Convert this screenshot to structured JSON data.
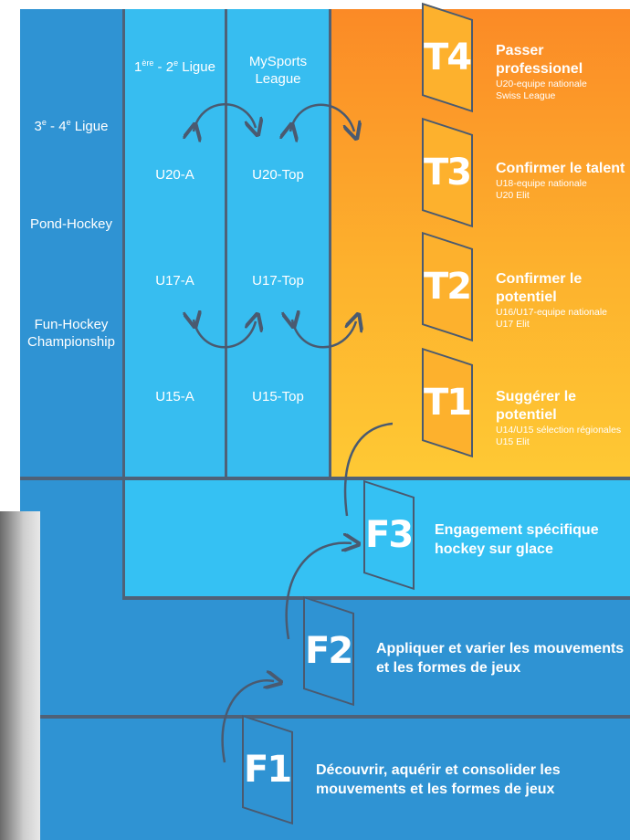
{
  "columns": {
    "left": [
      "3e - 4e Ligue",
      "Pond-Hockey",
      "Fun-Hockey Championship"
    ],
    "left_parts": {
      "a_num": "3",
      "a_sup": "e",
      "a_sep": " - ",
      "b_num": "4",
      "b_sup": "e",
      "a_tail": " Ligue",
      "pond": "Pond-Hockey",
      "fun_line1": "Fun-Hockey",
      "fun_line2": "Championship"
    },
    "mid_a": {
      "head_num": "1",
      "head_sup": "ère",
      "head_sep": " - ",
      "head_num2": "2",
      "head_sup2": "e",
      "head_tail": " Ligue",
      "u20": "U20-A",
      "u17": "U17-A",
      "u15": "U15-A"
    },
    "mid_top": {
      "head_line1": "MySports",
      "head_line2": "League",
      "u20": "U20-Top",
      "u17": "U17-Top",
      "u15": "U15-Top"
    }
  },
  "tiers": [
    {
      "badge": "T4",
      "title": "Passer professionel",
      "sub1": "U20-equipe nationale",
      "sub2": "Swiss League"
    },
    {
      "badge": "T3",
      "title": "Confirmer le talent",
      "sub1": "U18-equipe nationale",
      "sub2": "U20 Elit"
    },
    {
      "badge": "T2",
      "title": "Confirmer le",
      "title2": "potentiel",
      "sub1": "U16/U17-equipe nationale",
      "sub2": "U17 Elit"
    },
    {
      "badge": "T1",
      "title": "Suggérer le potentiel",
      "sub1": "U14/U15 sélection régionales",
      "sub2": "U15 Elit"
    }
  ],
  "foundation": [
    {
      "badge": "F3",
      "line1": "Engagement spécifique",
      "line2": "hockey sur glace"
    },
    {
      "badge": "F2",
      "line1": "Appliquer et varier les mouvements",
      "line2": "et les formes de jeux"
    },
    {
      "badge": "F1",
      "line1": "Découvrir, aquérir et consolider les",
      "line2": "mouvements et les formes de jeux"
    }
  ],
  "colors": {
    "orange": "#fb8a26",
    "yellow": "#fec934",
    "cyan": "#37bdf0",
    "blue": "#2f93d3",
    "navy": "#4a5a70"
  }
}
